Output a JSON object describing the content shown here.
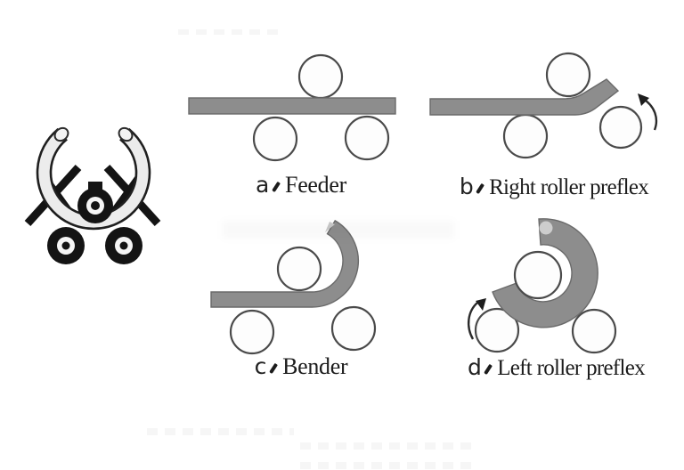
{
  "colors": {
    "background": "#ffffff",
    "plate": "#8d8d8d",
    "plate_outline": "#6a6a6a",
    "roller_outline": "#4a4a4a",
    "ink": "#1c1c1c",
    "workpiece_fill": "#ececec",
    "machine_black": "#141414"
  },
  "figure": {
    "type": "process-diagram",
    "subject": "roller bending sequence",
    "steps": [
      {
        "id": "a",
        "caption": "Feeder"
      },
      {
        "id": "b",
        "caption": "Right roller preflex"
      },
      {
        "id": "c",
        "caption": "Bender"
      },
      {
        "id": "d",
        "caption": "Left roller preflex"
      }
    ]
  },
  "labels": {
    "a": {
      "prefix": "a",
      "separator": "、",
      "name": "Feeder",
      "full": "a、Feeder"
    },
    "b": {
      "prefix": "b",
      "separator": "、",
      "name": "Right roller preflex",
      "full": "b、Right roller preflex"
    },
    "c": {
      "prefix": "c",
      "separator": "、",
      "name": "Bender",
      "full": "c、Bender"
    },
    "d": {
      "prefix": "d",
      "separator": "、",
      "name": "Left roller preflex",
      "full": "d、Left roller preflex"
    }
  }
}
